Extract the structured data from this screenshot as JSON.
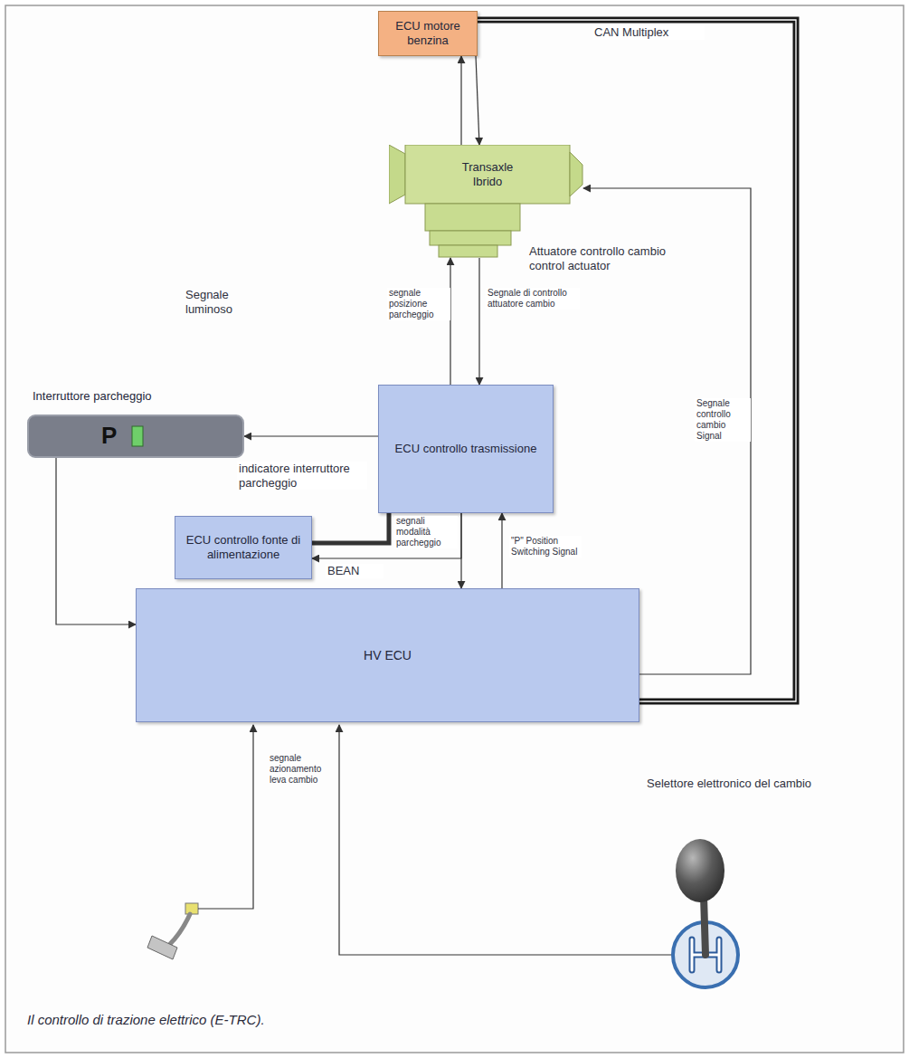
{
  "diagram": {
    "caption": "Il controllo di trazione elettrico (E-TRC).",
    "nodes": [
      {
        "text": [
          "ECU motore benzina"
        ]
      },
      {
        "text": [
          "Transaxle Ibrido"
        ]
      },
      {
        "text": [
          "ECU controllo trasmissione"
        ]
      },
      {
        "text": [
          "Interruttore parcheggio",
          "P"
        ]
      },
      {
        "text": [
          "ECU controllo fonte di alimentazione"
        ]
      },
      {
        "text": [
          "HV ECU"
        ]
      }
    ],
    "edges": [
      {
        "from": 0,
        "to": 1,
        "arrow": "to"
      },
      {
        "from": 1,
        "to": 0,
        "arrow": "to"
      },
      {
        "from": 0,
        "to": 5,
        "label": "CAN Multiplex",
        "arrow": "none"
      },
      {
        "from": 5,
        "to": 1,
        "label": "Segnale controllo cambio Signal",
        "arrow": "to"
      },
      {
        "from": 2,
        "to": 1,
        "label": "segnale posizione parcheggio",
        "arrow": "to"
      },
      {
        "from": 1,
        "to": 2,
        "label": "Segnale di controllo attuatore cambio",
        "arrow": "to"
      },
      {
        "from": 2,
        "to": 3,
        "label": "indicatore interruttore parcheggio",
        "arrow": "to"
      },
      {
        "from": 3,
        "to": 5,
        "arrow": "to"
      },
      {
        "from": 2,
        "to": 4,
        "label": "segnali modalità parcheggio",
        "arrow": "none"
      },
      {
        "from": 2,
        "to": 4,
        "label": "BEAN",
        "arrow": "to"
      },
      {
        "from": 2,
        "to": 5,
        "arrow": "to"
      },
      {
        "from": 5,
        "to": 2,
        "label": "\"P\" Position Switching Signal",
        "arrow": "to"
      }
    ],
    "labels": [
      "Segnale luminoso",
      "Attuatore controllo cambio control actuator",
      "segnale azionamento leva cambio",
      "Selettore elettronico del cambio"
    ]
  }
}
